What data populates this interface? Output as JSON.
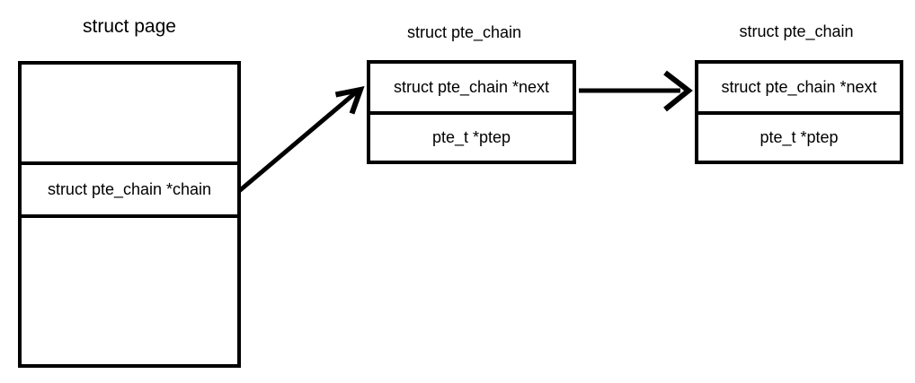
{
  "colors": {
    "line": "#000000",
    "background": "#ffffff"
  },
  "page_node": {
    "title": "struct page",
    "chain_field": "struct pte_chain *chain"
  },
  "pte_chain_nodes": [
    {
      "title": "struct pte_chain",
      "next_field": "struct pte_chain *next",
      "ptep_field": "pte_t *ptep"
    },
    {
      "title": "struct pte_chain",
      "next_field": "struct pte_chain *next",
      "ptep_field": "pte_t *ptep"
    }
  ]
}
